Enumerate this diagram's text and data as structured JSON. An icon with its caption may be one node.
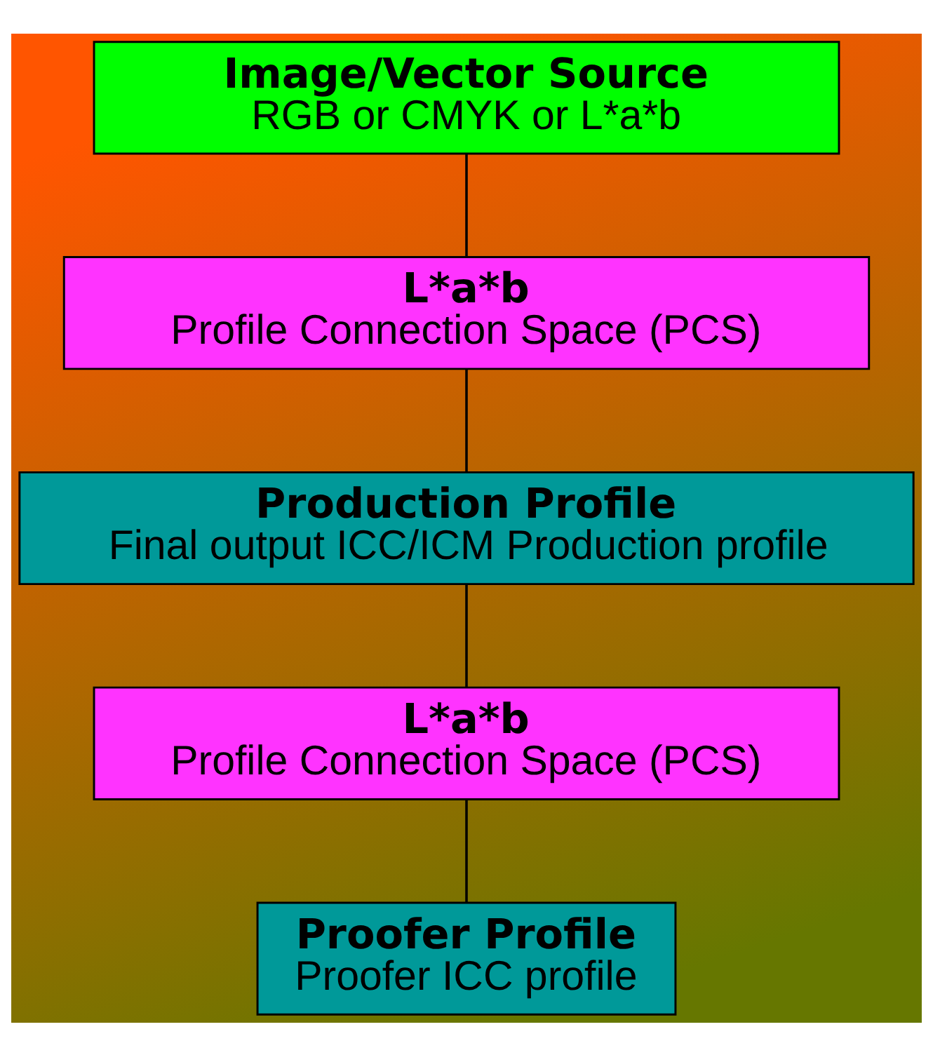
{
  "diagram": {
    "nodes": [
      {
        "text": [
          "Image/Vector Source",
          "RGB or CMYK or L*a*b"
        ]
      },
      {
        "text": [
          "L*a*b",
          "Profile Connection Space (PCS)"
        ]
      },
      {
        "text": [
          "Production Profile",
          "Final output ICC/ICM Production profile"
        ]
      },
      {
        "text": [
          "L*a*b",
          "Profile Connection Space (PCS)"
        ]
      },
      {
        "text": [
          "Proofer Profile",
          "Proofer ICC profile"
        ]
      }
    ],
    "edges": [
      {
        "from": 0,
        "to": 1,
        "arrow": "none"
      },
      {
        "from": 1,
        "to": 2,
        "arrow": "none"
      },
      {
        "from": 2,
        "to": 3,
        "arrow": "none"
      },
      {
        "from": 3,
        "to": 4,
        "arrow": "none"
      }
    ]
  }
}
